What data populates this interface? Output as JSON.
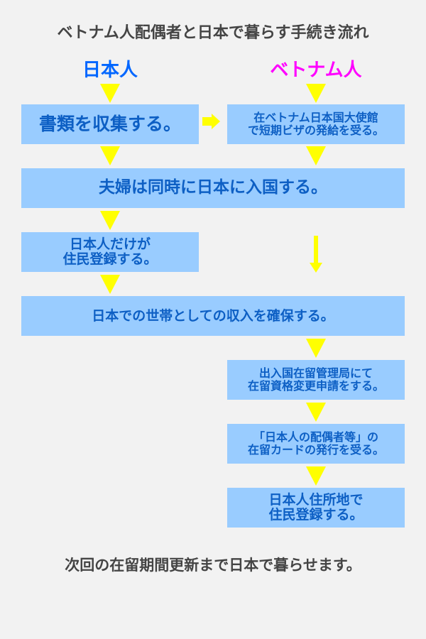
{
  "title": "ベトナム人配偶者と日本で暮らす手続き流れ",
  "columns": {
    "japanese": "日本人",
    "vietnamese": "ベトナム人"
  },
  "colors": {
    "japanese": "#0066ff",
    "vietnamese": "#ff00ff",
    "box": "#99ccff",
    "arrow": "#ffff00"
  },
  "steps": {
    "collect": "書類を収集する。",
    "visa": [
      "在ベトナム日本国大使館",
      "で短期ビザの発給を受る。"
    ],
    "enter": "夫婦は同時に日本に入国する。",
    "register_jp": [
      "日本人だけが",
      "住民登録する。"
    ],
    "income": "日本での世帯としての収入を確保する。",
    "status_change": [
      "出入国在留管理局にて",
      "在留資格変更申請をする。"
    ],
    "card": [
      "「日本人の配偶者等」の",
      "在留カードの発行を受る。"
    ],
    "register_vn": [
      "日本人住所地で",
      "住民登録する。"
    ]
  },
  "footer": "次回の在留期間更新まで日本で暮らせます。"
}
